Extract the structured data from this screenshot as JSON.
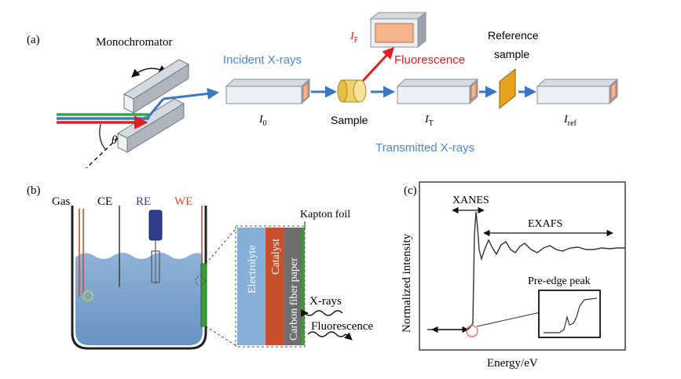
{
  "colors": {
    "beam_blue": "#3a78c4",
    "label_blue": "#4a86d8",
    "label_red": "#e02020",
    "box_face": "#eceff3",
    "box_top": "#d6dbe2",
    "box_side": "#9aa3ad",
    "window": "#f4b48c",
    "sample_yellow": "#f2d06a",
    "ref_orange": "#e8a21c",
    "electrolyte": "#86b0d8",
    "catalyst": "#c8502c",
    "carbon": "#6e6e6e",
    "kapton": "#3e9a3a",
    "liquid": "#6f98c6",
    "re_blue": "#2d3f8a"
  },
  "panel_a": {
    "label": "(a)",
    "monochromator": "Monochromator",
    "theta": "θ",
    "incident": "Incident X-rays",
    "i0": {
      "main": "I",
      "sub": "0"
    },
    "sample": "Sample",
    "it": {
      "main": "I",
      "sub": "T"
    },
    "iref": {
      "main": "I",
      "sub": "ref"
    },
    "if_label": {
      "main": "I",
      "sub": "F"
    },
    "fluorescence": "Fluorescence",
    "reference_line1": "Reference",
    "reference_line2": "sample",
    "transmitted": "Transmitted X-rays"
  },
  "panel_b": {
    "label": "(b)",
    "gas": "Gas",
    "ce": "CE",
    "re": "RE",
    "we": "WE",
    "kapton": "Kapton foil",
    "electrolyte": "Electrolyte",
    "catalyst": "Catalyst",
    "carbon": "Carbon fiber paper",
    "xrays": "X-rays",
    "fluorescence": "Fluorescence"
  },
  "panel_c": {
    "label": "(c)",
    "xanes": "XANES",
    "exafs": "EXAFS",
    "preedge": "Pre-edge peak",
    "ylabel": "Normalized intensity",
    "xlabel": "Energy/eV"
  }
}
